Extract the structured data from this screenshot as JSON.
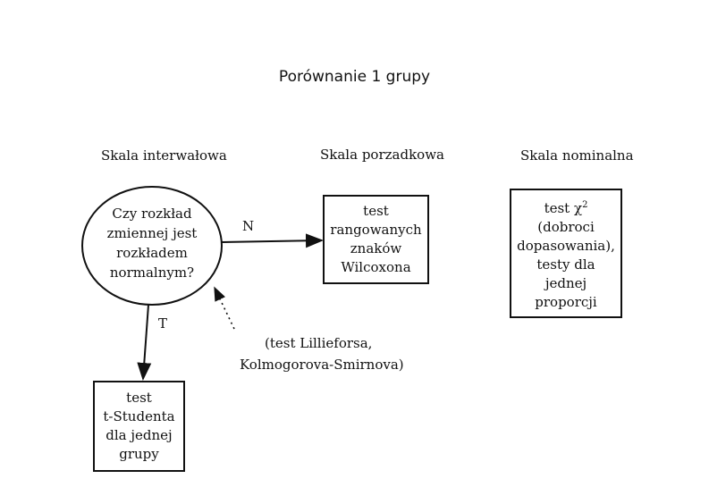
{
  "title": "Porównanie 1 grupy",
  "headers": {
    "interval": "Skala interwałowa",
    "ordinal": "Skala porzadkowa",
    "nominal": "Skala nominalna"
  },
  "decision": {
    "lines": [
      "Czy rozkład",
      "zmiennej jest",
      "rozkładem",
      "normalnym?"
    ]
  },
  "edges": {
    "no_label": "N",
    "yes_label": "T"
  },
  "note": {
    "line1": "(test Lillieforsa,",
    "line2": "Kolmogorova-Smirnova)"
  },
  "boxes": {
    "wilcoxon": [
      "test",
      "rangowanych",
      "znaków",
      "Wilcoxona"
    ],
    "ttest": [
      "test",
      "t-Studenta",
      "dla jednej",
      "grupy"
    ],
    "chi": {
      "line1_prefix": "test χ",
      "line1_sup": "2",
      "rest": [
        "(dobroci",
        "dopasowania),",
        "testy dla",
        "jednej",
        "proporcji"
      ]
    }
  }
}
